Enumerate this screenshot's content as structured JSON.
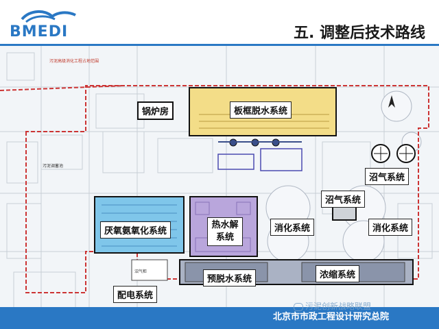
{
  "header": {
    "logo": "BMEDI",
    "title": "五. 调整后技术路线"
  },
  "map": {
    "caption": "污泥高级消化工程占地范围",
    "small_label_1": "污泥调蓄池",
    "small_label_2": "沼气柜",
    "labels": {
      "boiler_room": "锅炉房",
      "plate_frame_dewatering": "板框脱水系统",
      "biogas_system_1": "沼气系统",
      "biogas_system_2": "沼气系统",
      "anaerobic_system": "厌氧氨氧化系统",
      "thermal_hydrolysis": "热水解系统",
      "digestion_system_1": "消化系统",
      "digestion_system_2": "消化系统",
      "pre_dewatering": "预脱水系统",
      "thickening_system": "浓缩系统",
      "power_distribution": "配电系统"
    }
  },
  "footer": {
    "watermark": "污泥创新战略联盟",
    "organization": "北京市市政工程设计研究总院"
  },
  "colors": {
    "brand_blue": "#2a78c4",
    "plate_frame_fill": "#f3dd88",
    "anaerobic_fill": "#7fc6ea",
    "thermal_fill": "#b9a6dc",
    "pre_dewatering_fill": "#aab2c4",
    "boundary_red": "#cc3333"
  }
}
